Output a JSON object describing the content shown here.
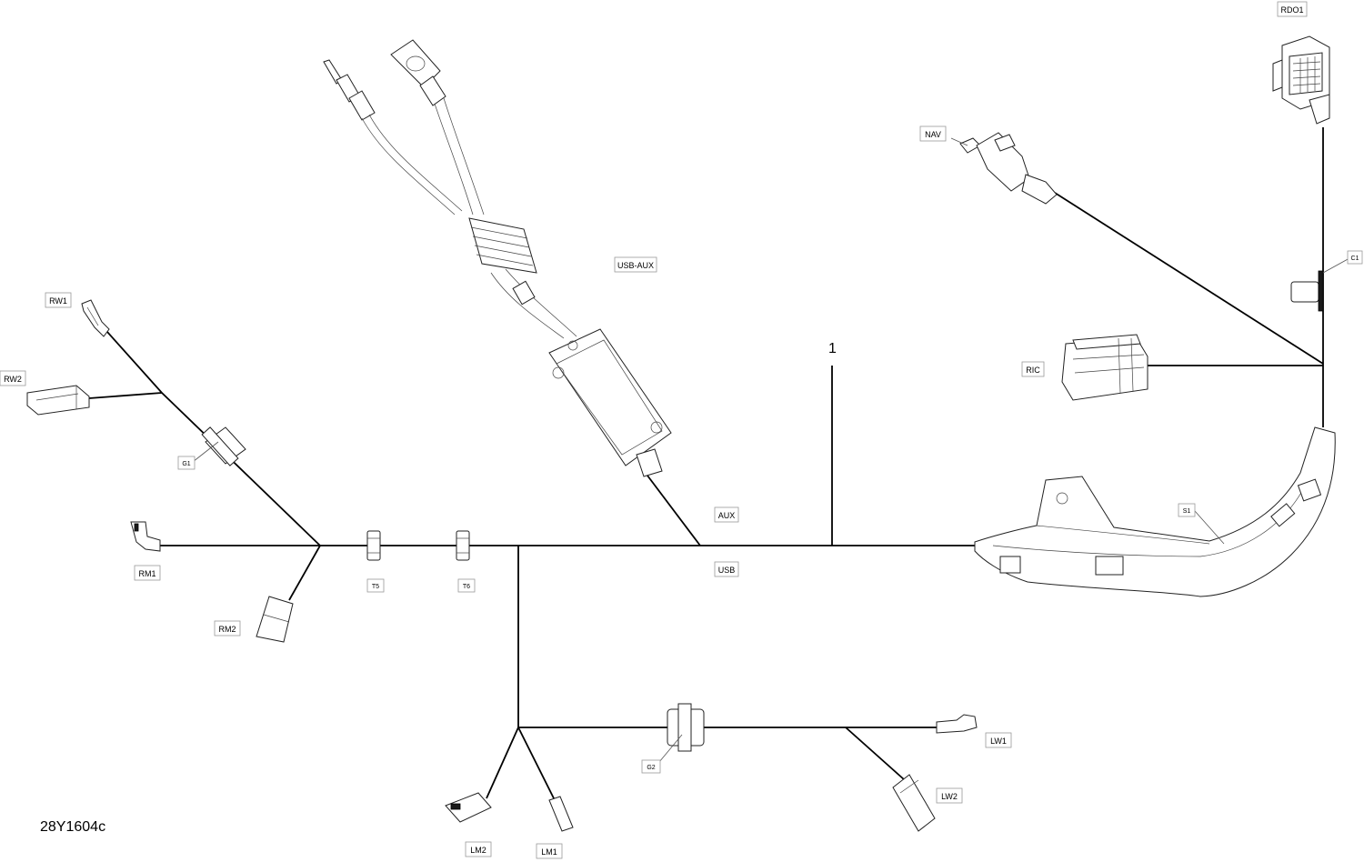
{
  "drawing_code": "28Y1604c",
  "callout_number": "1",
  "labels": {
    "rdo1": "RDO1",
    "nav": "NAV",
    "c1": "C1",
    "ric": "RIC",
    "usb_aux": "USB-AUX",
    "aux": "AUX",
    "usb": "USB",
    "s1": "S1",
    "rw1": "RW1",
    "rw2": "RW2",
    "g1": "G1",
    "rm1": "RM1",
    "rm2": "RM2",
    "t5": "T5",
    "t6": "T6",
    "g2": "G2",
    "lw1": "LW1",
    "lw2": "LW2",
    "lm1": "LM1",
    "lm2": "LM2"
  }
}
